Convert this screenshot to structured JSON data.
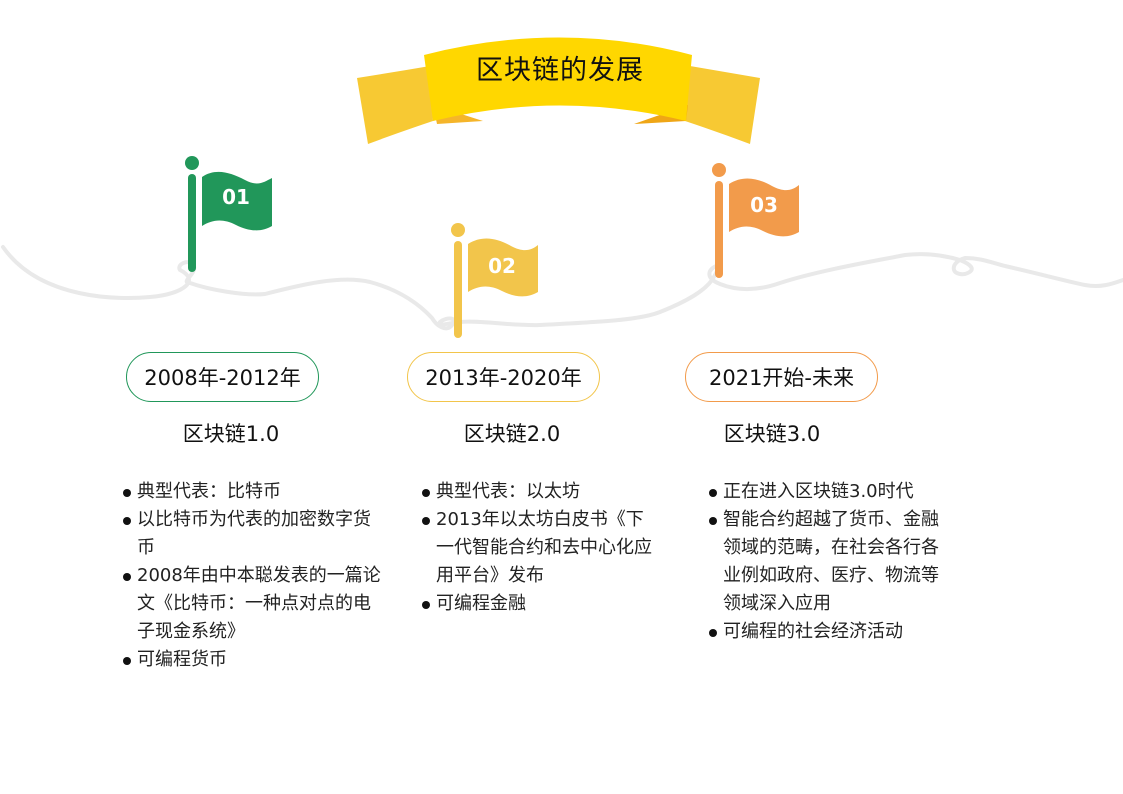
{
  "title": "区块链的发展",
  "colors": {
    "ribbon_main": "#FFD700",
    "ribbon_side": "#F7C933",
    "stage1": "#21975A",
    "stage2": "#F2C54B",
    "stage3": "#F29B4B",
    "path": "#E9E9E9"
  },
  "stages": [
    {
      "flag_number": "01",
      "period": "2008年-2012年",
      "name": "区块链1.0",
      "points": [
        "典型代表：比特币",
        "以比特币为代表的加密数字货币",
        "2008年由中本聪发表的一篇论文《比特币：一种点对点的电子现金系统》",
        "可编程货币"
      ]
    },
    {
      "flag_number": "02",
      "period": "2013年-2020年",
      "name": "区块链2.0",
      "points": [
        "典型代表：以太坊",
        "2013年以太坊白皮书《下一代智能合约和去中心化应用平台》发布",
        "可编程金融"
      ]
    },
    {
      "flag_number": "03",
      "period": "2021开始-未来",
      "name": "区块链3.0",
      "points": [
        "正在进入区块链3.0时代",
        "智能合约超越了货币、金融领域的范畴，在社会各行各业例如政府、医疗、物流等领域深入应用",
        "可编程的社会经济活动"
      ]
    }
  ]
}
